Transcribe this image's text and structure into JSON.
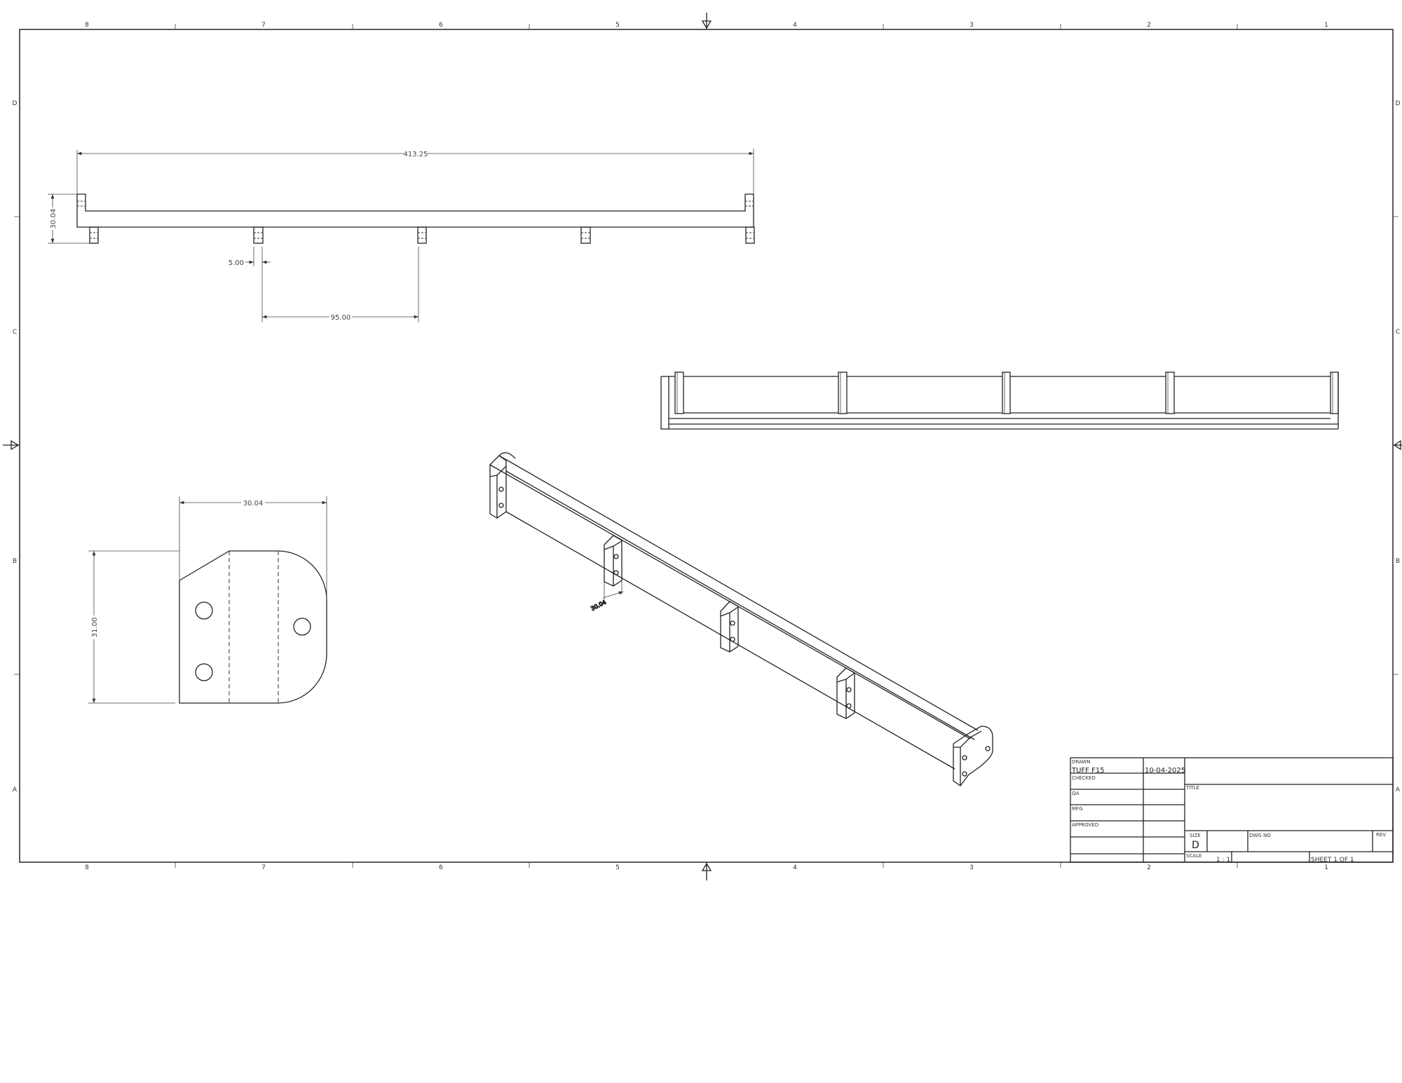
{
  "sheet": {
    "zone_columns": [
      "8",
      "7",
      "6",
      "5",
      "4",
      "3",
      "2",
      "1"
    ],
    "zone_rows": [
      "D",
      "C",
      "B",
      "A"
    ]
  },
  "dimensions": {
    "top_view_length": "413.25",
    "top_view_height": "30.04",
    "tab_thickness": "5.00",
    "tab_spacing": "95.00",
    "flange_width": "30.04",
    "flange_height": "31.00",
    "iso_dimension": "30.04"
  },
  "title_block": {
    "drawn_label": "DRAWN",
    "drawn_by": "TUFF F15",
    "drawn_date": "10-04-2025",
    "checked_label": "CHECKED",
    "qa_label": "QA",
    "mfg_label": "MFG",
    "approved_label": "APPROVED",
    "title_label": "TITLE",
    "size_label": "SIZE",
    "size_value": "D",
    "dwg_no_label": "DWG NO",
    "rev_label": "REV",
    "scale_label": "SCALE",
    "scale_value": "1 : 1",
    "sheet_value": "SHEET 1  OF 1"
  }
}
